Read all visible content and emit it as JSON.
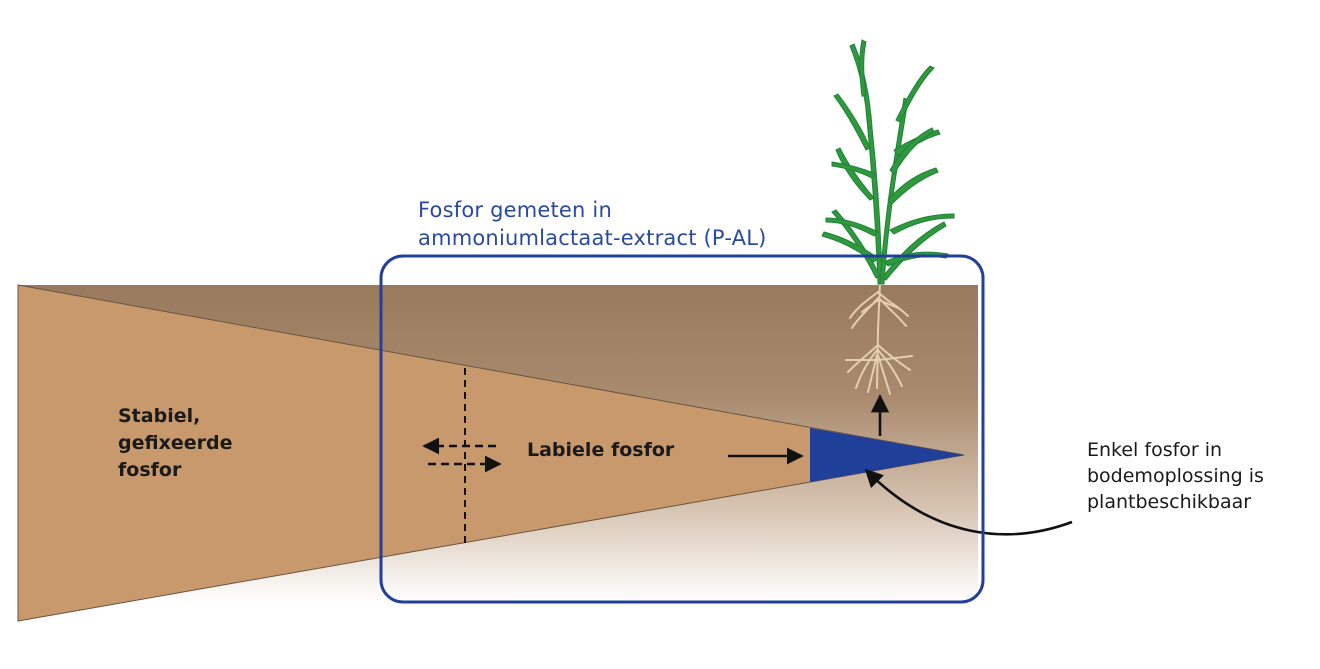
{
  "pal_box": {
    "label_lines": [
      "Fosfor gemeten in",
      "ammoniumlactaat-extract (P-AL)"
    ]
  },
  "stable_pool": {
    "label_lines": [
      "Stabiel,",
      "gefixeerde",
      "fosfor"
    ]
  },
  "labile_pool": {
    "label": "Labiele fosfor"
  },
  "soil_solution": {
    "label_lines": [
      "Enkel fosfor in",
      "bodemoplossing is",
      "plantbeschikbaar"
    ]
  },
  "colors": {
    "soil_top": "#9a7a5c",
    "soil_bottom": "#ffffff",
    "phosphorus_wedge": "#c8996c",
    "solution_triangle": "#1f3f99",
    "box_border": "#22409a",
    "label_blue": "#2a4aa0",
    "plant_green": "#2e9a3e",
    "root_color": "#e3cfae"
  },
  "icons": [
    "exchange-arrows-icon",
    "plant-icon",
    "roots-icon",
    "uptake-arrow-icon"
  ]
}
